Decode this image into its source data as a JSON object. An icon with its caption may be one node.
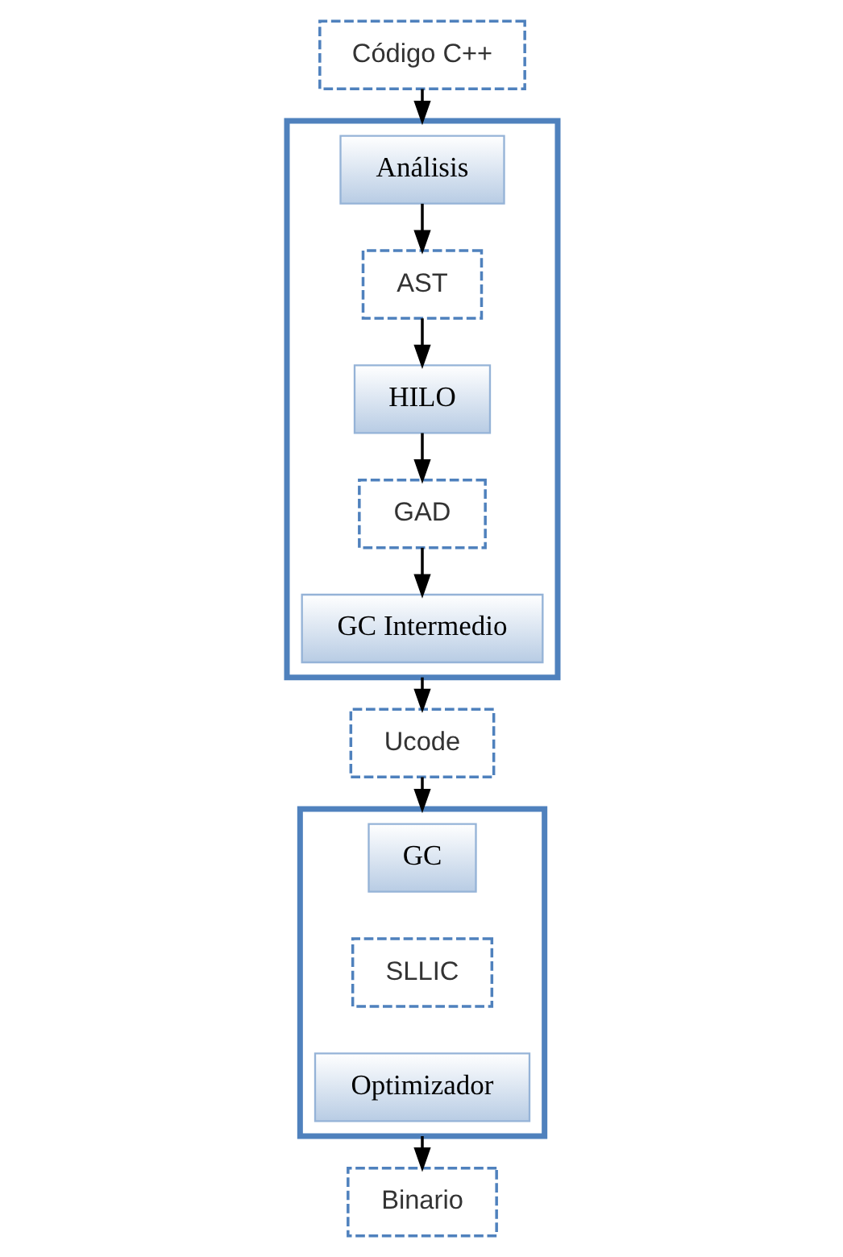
{
  "diagram": {
    "nodes": [
      {
        "text": [
          "Código C++"
        ]
      },
      {
        "text": [],
        "shape": "box"
      },
      {
        "text": [
          "Análisis"
        ],
        "in": 1
      },
      {
        "text": [
          "AST"
        ],
        "in": 1
      },
      {
        "text": [
          "HILO"
        ],
        "in": 1
      },
      {
        "text": [
          "GAD"
        ],
        "in": 1
      },
      {
        "text": [
          "GC Intermedio"
        ],
        "in": 1
      },
      {
        "text": [
          "Ucode"
        ]
      },
      {
        "text": [],
        "shape": "box"
      },
      {
        "text": [
          "GC"
        ],
        "in": 8
      },
      {
        "text": [
          "SLLIC"
        ],
        "in": 8
      },
      {
        "text": [
          "Optimizador"
        ],
        "in": 8
      },
      {
        "text": [
          "Binario"
        ]
      }
    ],
    "edges": [
      {
        "from": 0,
        "to": 1,
        "arrow": "to"
      },
      {
        "from": 2,
        "to": 3,
        "arrow": "to"
      },
      {
        "from": 3,
        "to": 4,
        "arrow": "to"
      },
      {
        "from": 4,
        "to": 5,
        "arrow": "to"
      },
      {
        "from": 5,
        "to": 6,
        "arrow": "to"
      },
      {
        "from": 1,
        "to": 7,
        "arrow": "to"
      },
      {
        "from": 7,
        "to": 8,
        "arrow": "to"
      },
      {
        "from": 8,
        "to": 12,
        "arrow": "to"
      }
    ]
  }
}
